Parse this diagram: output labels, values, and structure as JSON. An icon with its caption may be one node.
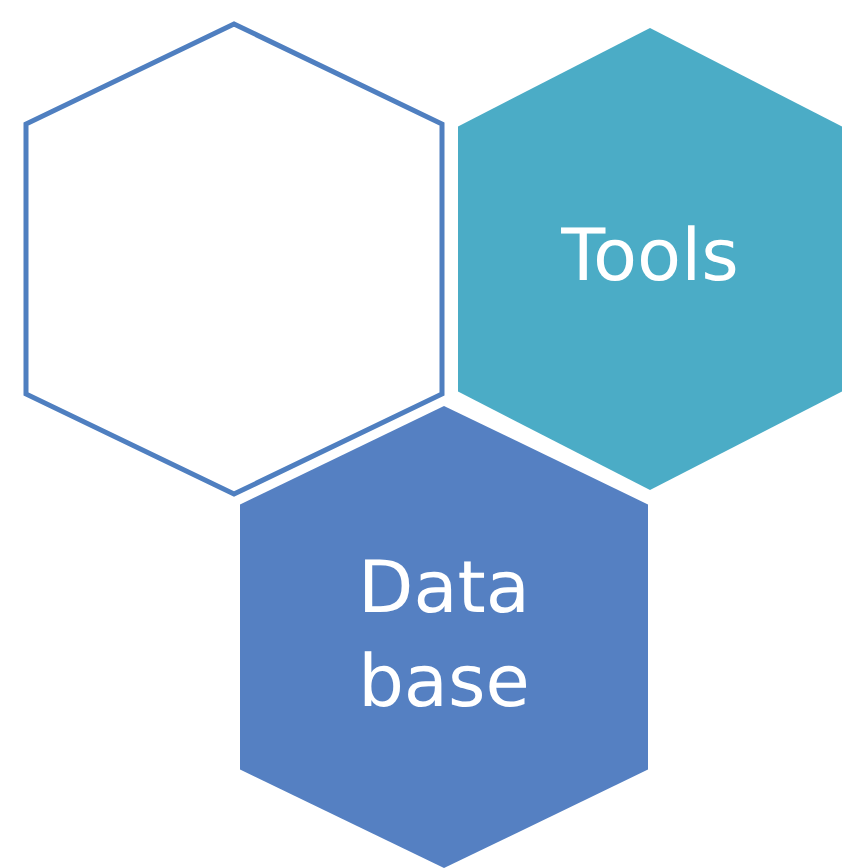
{
  "diagram": {
    "nodes": [
      {
        "text": [],
        "shape": "hexagon"
      },
      {
        "text": [
          "Tools"
        ]
      },
      {
        "text": [
          "Data base"
        ]
      }
    ]
  }
}
